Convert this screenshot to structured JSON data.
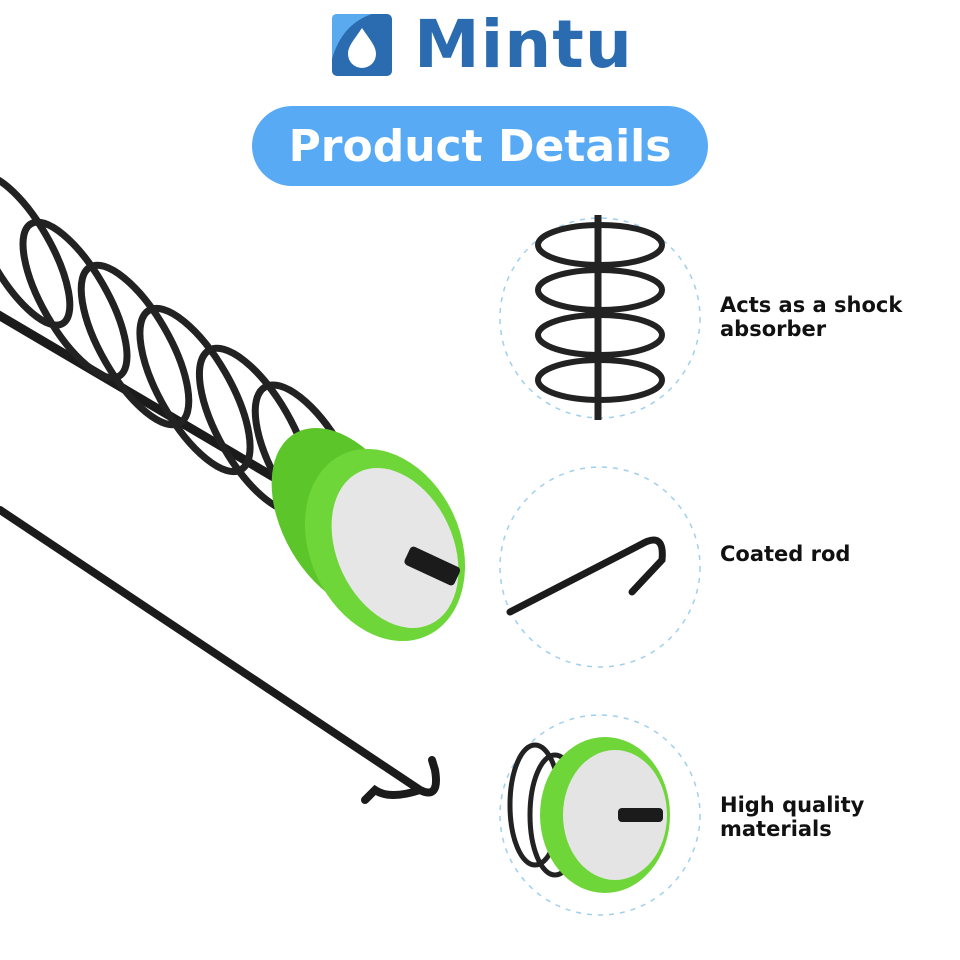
{
  "brand": {
    "name": "Mintu",
    "colors": {
      "primary": "#2b6cb0",
      "light": "#5aaaf0"
    }
  },
  "banner": {
    "title": "Product Details",
    "color": "#58aaf4"
  },
  "features": [
    {
      "label": "Acts as a shock absorber",
      "icon": "spring-closeup"
    },
    {
      "label": "Coated rod",
      "icon": "hook-rod-closeup"
    },
    {
      "label": "High quality materials",
      "icon": "green-disc-closeup"
    }
  ]
}
